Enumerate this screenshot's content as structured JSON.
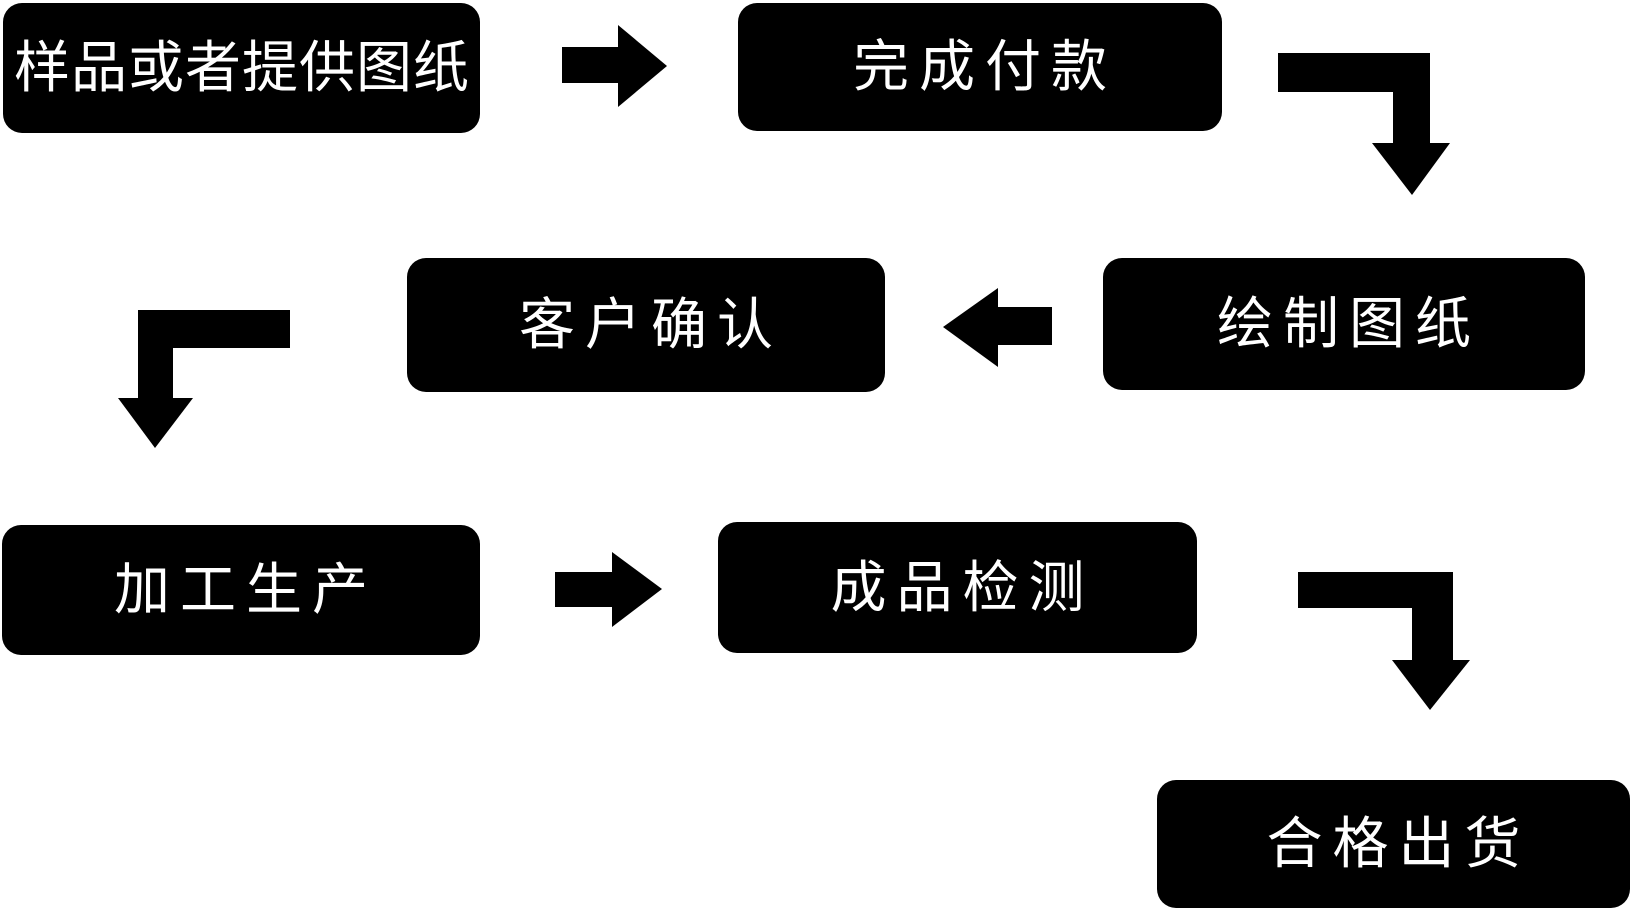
{
  "palette": {
    "background": "#ffffff",
    "node_fill": "#000000",
    "node_text": "#ffffff",
    "arrow_fill": "#000000"
  },
  "flowchart": {
    "type": "process-flow",
    "nodes": [
      {
        "label": "样品或者提供图纸"
      },
      {
        "label": "完成付款"
      },
      {
        "label": "绘制图纸"
      },
      {
        "label": "客户确认"
      },
      {
        "label": "加工生产"
      },
      {
        "label": "成品检测"
      },
      {
        "label": "合格出货"
      }
    ],
    "connectors": [
      {
        "type": "arrow-right",
        "from": "样品或者提供图纸",
        "to": "完成付款"
      },
      {
        "type": "arrow-elbow-down",
        "from": "完成付款",
        "to": "绘制图纸"
      },
      {
        "type": "arrow-left",
        "from": "绘制图纸",
        "to": "客户确认"
      },
      {
        "type": "arrow-elbow-down",
        "from": "客户确认",
        "to": "加工生产"
      },
      {
        "type": "arrow-right",
        "from": "加工生产",
        "to": "成品检测"
      },
      {
        "type": "arrow-elbow-down",
        "from": "成品检测",
        "to": "合格出货"
      }
    ],
    "flow_sequence": [
      "样品或者提供图纸",
      "完成付款",
      "绘制图纸",
      "客户确认",
      "加工生产",
      "成品检测",
      "合格出货"
    ]
  }
}
